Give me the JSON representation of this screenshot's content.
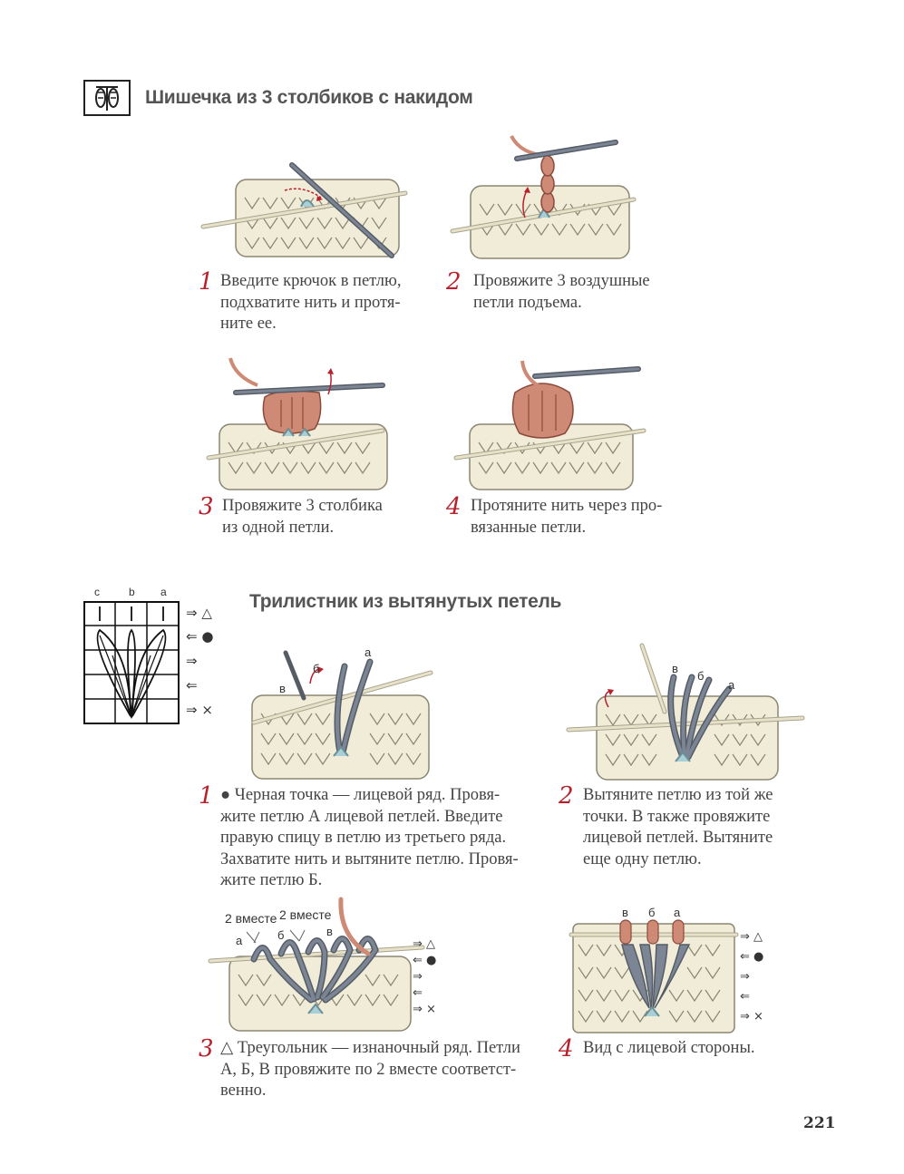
{
  "section1": {
    "title": "Шишечка из 3 столбиков с накидом",
    "steps": [
      {
        "num": "1",
        "text": "Введите крючок в петлю,\nподхватите нить и протя-\nните ее."
      },
      {
        "num": "2",
        "text": "Провяжите 3 воздушные\nпетли подъема."
      },
      {
        "num": "3",
        "text": "Провяжите 3 столбика\nиз одной петли."
      },
      {
        "num": "4",
        "text": "Протяните нить через про-\nвязанные петли."
      }
    ]
  },
  "section2": {
    "title": "Трилистник из вытянутых петель",
    "chart": {
      "columns": [
        "c",
        "b",
        "a"
      ],
      "row_marks": [
        "⇒ △",
        "⇐ ●",
        "⇒",
        "⇐",
        "⇒ ×"
      ]
    },
    "steps": [
      {
        "num": "1",
        "text": "● Черная точка — лицевой ряд. Провя-\nжите петлю А лицевой петлей. Введите\nправую спицу в петлю из третьего ряда.\nЗахватите нить и вытяните петлю. Провя-\nжите петлю Б."
      },
      {
        "num": "2",
        "text": "Вытяните петлю из той же\nточки. В также провяжите\nлицевой петлей. Вытяните\nеще одну петлю."
      },
      {
        "num": "3",
        "text": "△ Треугольник — изнаночный ряд. Петли\nА, Б, В провяжите по 2 вместе соответст-\nвенно."
      },
      {
        "num": "4",
        "text": "Вид с лицевой стороны."
      }
    ],
    "illustration_labels": {
      "step1": [
        "в",
        "б",
        "а"
      ],
      "step2": [
        "в",
        "б",
        "а"
      ],
      "step3": [
        "2 вместе",
        "2 вместе",
        "а",
        "б",
        "в"
      ],
      "step4": [
        "в",
        "б",
        "а"
      ]
    },
    "side_marks": [
      "⇒ △",
      "⇐ ●",
      "⇒",
      "⇐",
      "⇒ ×"
    ]
  },
  "page_number": "221",
  "colors": {
    "accent": "#b8212b",
    "yarn_light": "#f1ecd8",
    "yarn_outline": "#8a8672",
    "yarn_blue": "#a9cfd6",
    "yarn_pink": "#cf8a76",
    "yarn_gray": "#6d7786",
    "needle": "#e6e1c8"
  }
}
